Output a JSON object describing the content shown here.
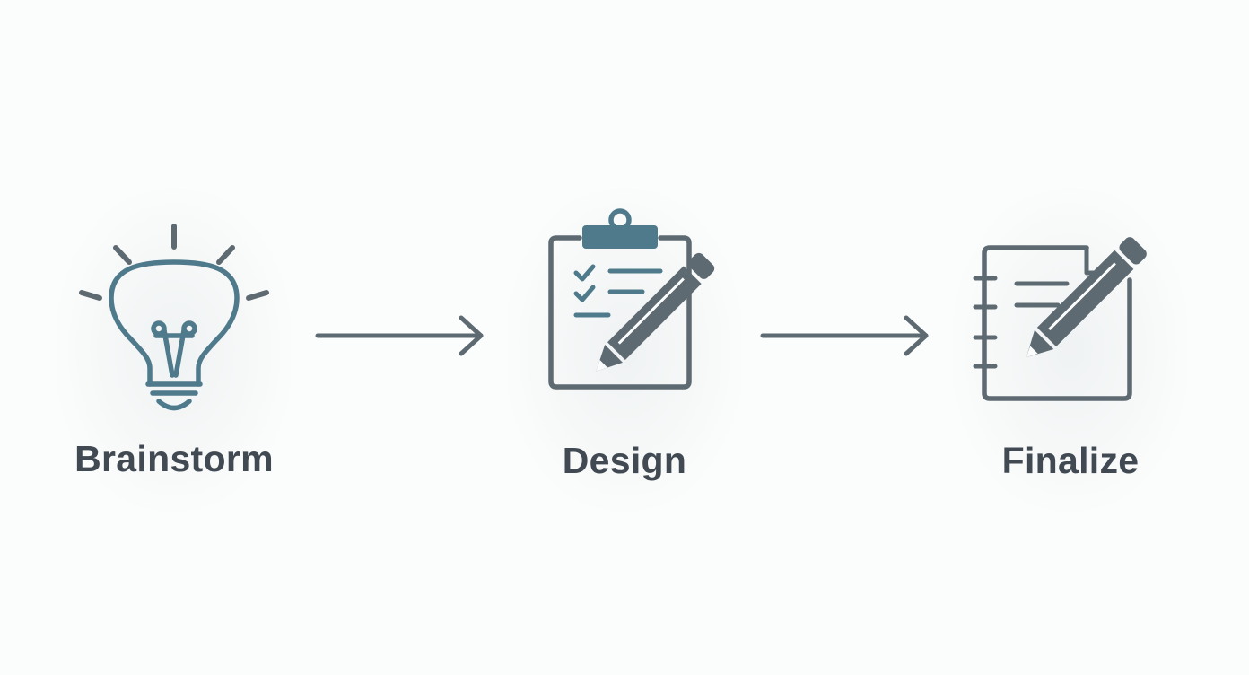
{
  "diagram": {
    "steps": [
      {
        "id": "brainstorm",
        "label": "Brainstorm",
        "icon": "lightbulb-icon"
      },
      {
        "id": "design",
        "label": "Design",
        "icon": "clipboard-pencil-icon"
      },
      {
        "id": "finalize",
        "label": "Finalize",
        "icon": "notebook-pencil-icon"
      }
    ],
    "connectors": [
      "arrow-right-icon",
      "arrow-right-icon"
    ],
    "colors": {
      "accent_blue": "#4f7a8b",
      "icon_gray": "#5e6a72",
      "label": "#414a52",
      "background": "#fbfcfc"
    }
  }
}
